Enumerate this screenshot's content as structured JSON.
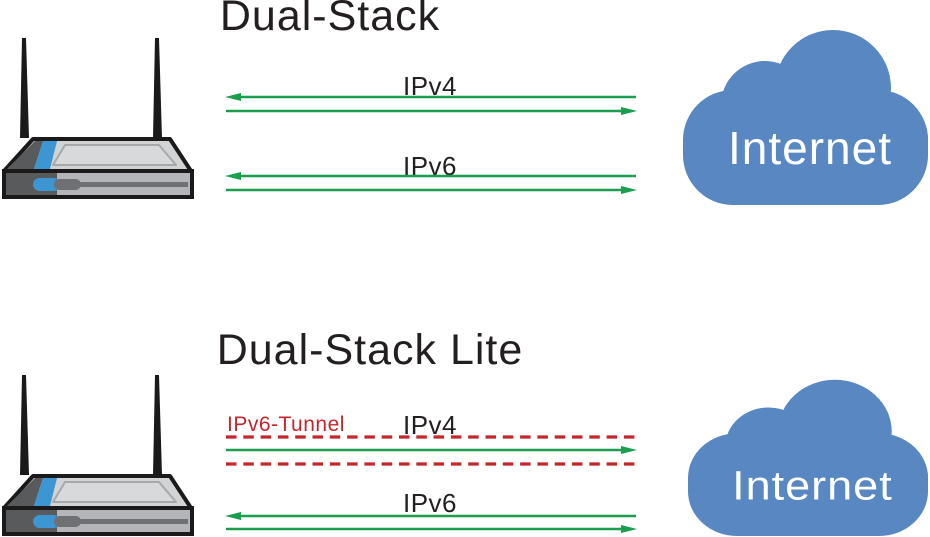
{
  "sections": [
    {
      "title": "Dual-Stack",
      "cloud_label": "Internet",
      "links": [
        {
          "label": "IPv4",
          "style": "solid-green",
          "direction": "bidirectional"
        },
        {
          "label": "IPv6",
          "style": "solid-green",
          "direction": "bidirectional"
        }
      ]
    },
    {
      "title": "Dual-Stack Lite",
      "cloud_label": "Internet",
      "tunnel_label": "IPv6-Tunnel",
      "links": [
        {
          "label": "IPv4",
          "style": "green-arrow-inside-red-dashed-tunnel",
          "direction": "router-to-internet"
        },
        {
          "label": "IPv6",
          "style": "solid-green",
          "direction": "bidirectional"
        }
      ]
    }
  ],
  "colors": {
    "arrow_green": "#1B9E50",
    "tunnel_red": "#C4262C",
    "cloud_blue": "#5887C2",
    "title_text": "#231F20",
    "router_blue": "#3D95D2",
    "router_gray_light": "#D2D3D5",
    "router_gray_dark": "#595A5C"
  }
}
